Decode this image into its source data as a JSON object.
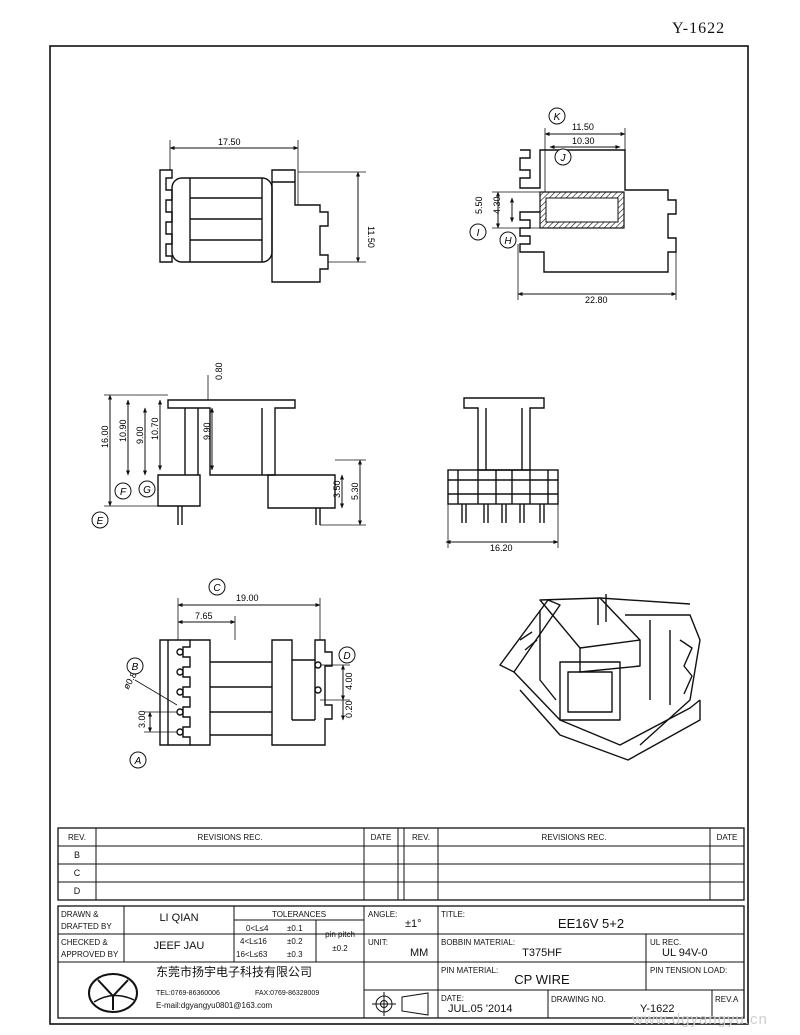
{
  "document_number": "Y-1622",
  "watermark": "www.dgyangyu.cn",
  "dimensions": {
    "top_view": [
      "17.50",
      "11.50"
    ],
    "side_view": [
      "11.50",
      "10.30",
      "5.50",
      "4.30",
      "22.80"
    ],
    "front_view": [
      "0.80",
      "16.00",
      "10.90",
      "9.00",
      "10.70",
      "9.90",
      "3.50",
      "5.30"
    ],
    "end_view": [
      "16.20"
    ],
    "bottom_view": [
      "19.00",
      "7.65",
      "4.00",
      "0.20",
      "3.00"
    ],
    "pin_diameter": "ø0.80"
  },
  "callouts": [
    "A",
    "B",
    "C",
    "D",
    "E",
    "F",
    "G",
    "H",
    "I",
    "J",
    "K"
  ],
  "revisions": {
    "left_header": {
      "rev": "REV.",
      "records": "REVISIONS   REC.",
      "date": "DATE"
    },
    "right_header": {
      "rev": "REV.",
      "records": "REVISIONS   REC.",
      "date": "DATE"
    },
    "rows": [
      "B",
      "C",
      "D"
    ]
  },
  "title_block": {
    "drawn_label_1": "DRAWN &",
    "drawn_label_2": "DRAFTED BY",
    "drawn_by": "LI QIAN",
    "checked_label_1": "CHECKED &",
    "checked_label_2": "APPROVED BY",
    "checked_by": "JEEF JAU",
    "tolerances_label": "TOLERANCES",
    "tolerances": [
      {
        "range": "0<L≤4",
        "value": "±0.1"
      },
      {
        "range": "4<L≤16",
        "value": "±0.2"
      },
      {
        "range": "16<L≤63",
        "value": "±0.3"
      }
    ],
    "pin_pitch_label": "pin pitch",
    "pin_pitch_value": "±0.2",
    "angle_label": "ANGLE:",
    "angle_value": "±1°",
    "unit_label": "UNIT:",
    "unit_value": "MM",
    "title_label": "TITLE:",
    "title_value": "EE16V 5+2",
    "bobbin_material_label": "BOBBIN MATERIAL:",
    "bobbin_material_value": "T375HF",
    "ul_rec_label": "UL REC.",
    "ul_rec_value": "UL 94V-0",
    "pin_material_label": "PIN MATERIAL:",
    "pin_material_value": "CP WIRE",
    "pin_tension_label": "PIN TENSION LOAD:",
    "date_label": "DATE:",
    "date_value": "JUL.05 '2014",
    "drawing_no_label": "DRAWING NO.",
    "drawing_no_value": "Y-1622",
    "rev_label": "REV.A",
    "company_name": "东莞市扬宇电子科技有限公司",
    "tel": "TEL:0769-86360006",
    "fax": "FAX:0769-86328009",
    "email": "E-mail:dgyangyu0801@163.com"
  }
}
